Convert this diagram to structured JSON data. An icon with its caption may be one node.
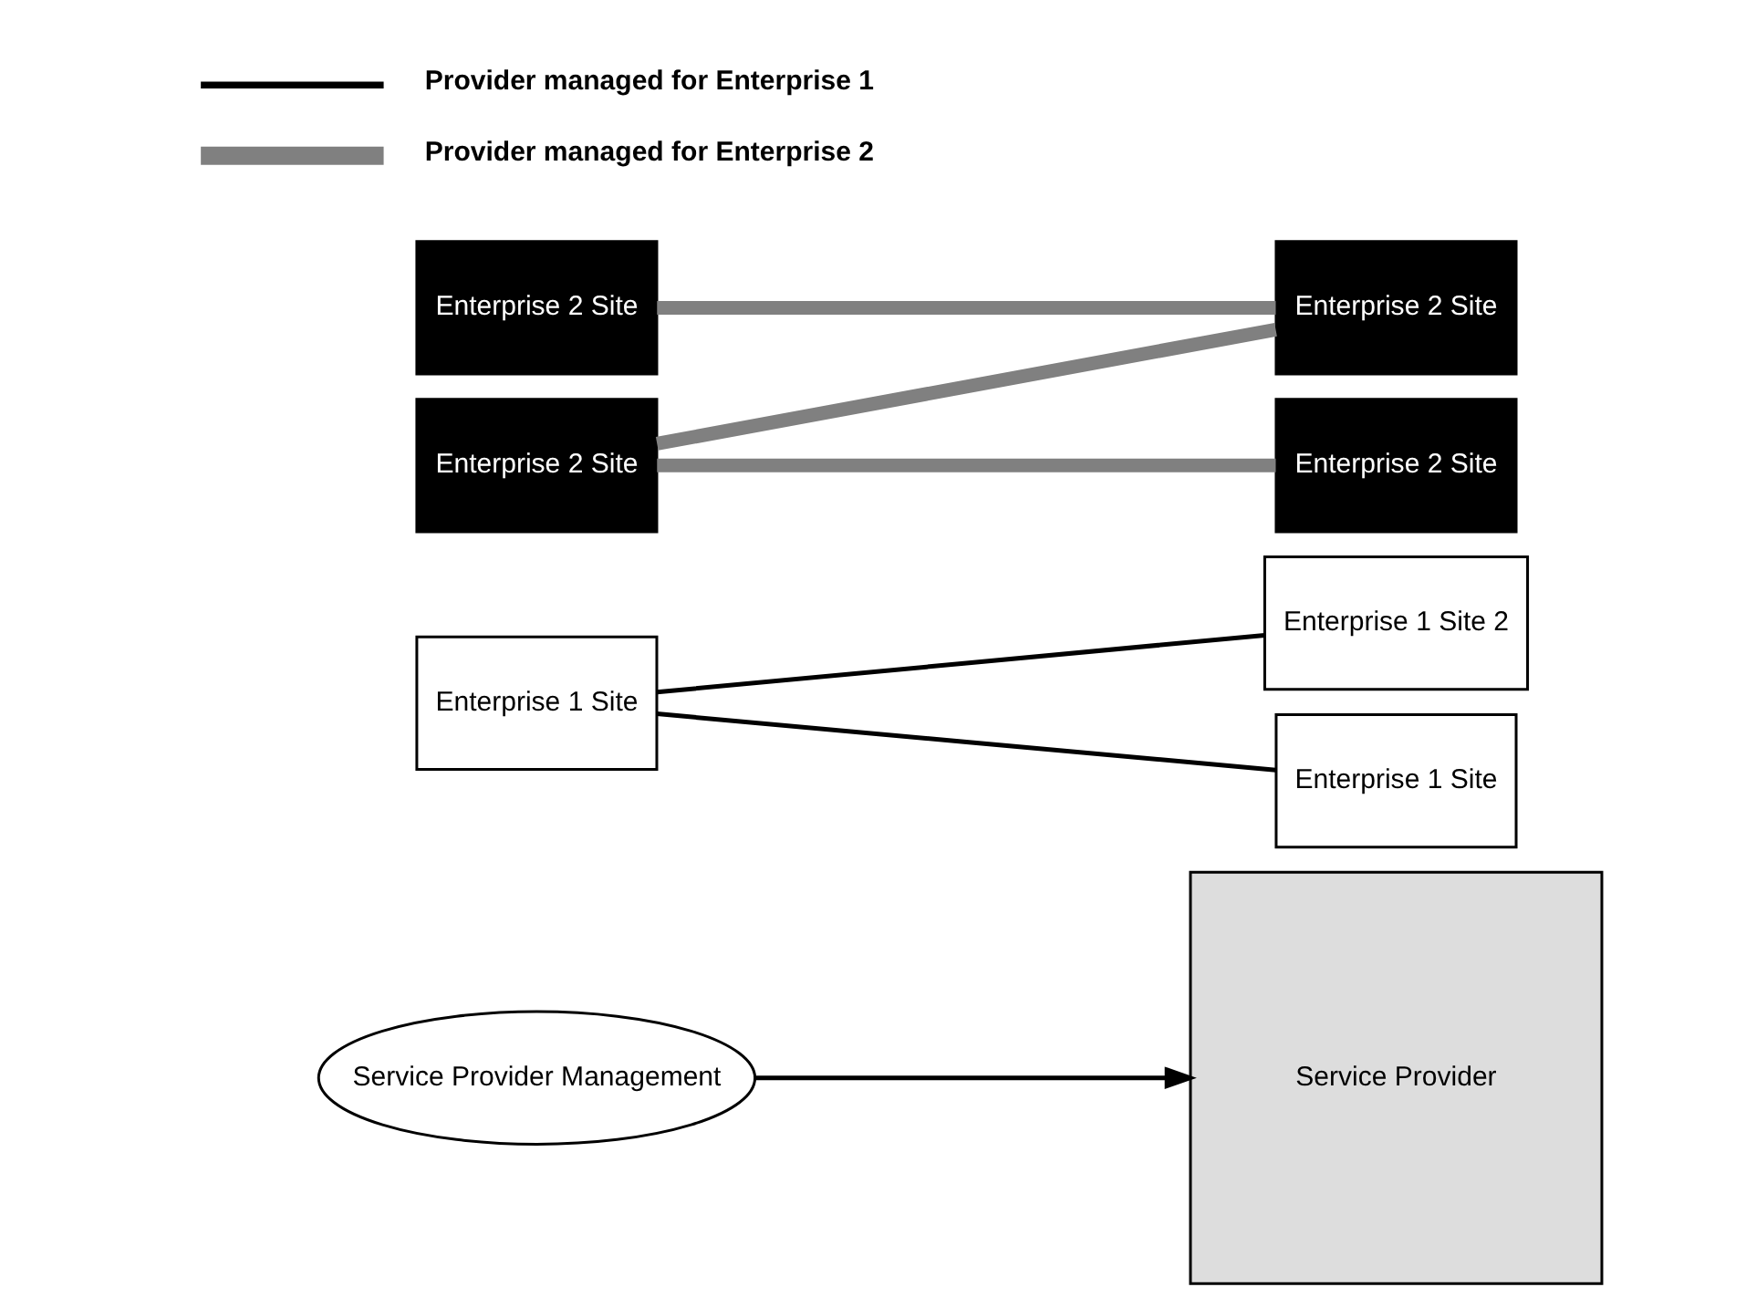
{
  "diagram": {
    "nodes": [
      {
        "text": [
          "Service Provider Management"
        ]
      },
      {
        "text": [
          "Service Provider"
        ]
      },
      {
        "text": [
          "Enterprise 1 Site"
        ]
      },
      {
        "text": [
          "Enterprise 2 Site"
        ]
      },
      {
        "text": [
          "Enterprise 2 Site"
        ]
      },
      {
        "text": [
          "Enterprise 1 Site 2"
        ]
      },
      {
        "text": [
          "Enterprise 2 Site"
        ]
      },
      {
        "text": [
          "Enterprise 2 Site"
        ]
      },
      {
        "text": [
          "Enterprise 1 Site"
        ]
      }
    ],
    "edges": [
      {
        "from": 0,
        "to": 1,
        "arrow": "to",
        "color": "#000000"
      },
      {
        "from": 2,
        "to": 5,
        "arrow": "none",
        "color": "#000000"
      },
      {
        "from": 2,
        "to": 8,
        "arrow": "none",
        "color": "#000000"
      },
      {
        "from": 3,
        "to": 6,
        "arrow": "none",
        "style": "thick",
        "color": "#808080"
      },
      {
        "from": 3,
        "to": 7,
        "arrow": "none",
        "style": "thick",
        "color": "#808080"
      },
      {
        "from": 4,
        "to": 6,
        "arrow": "none",
        "style": "thick",
        "color": "#808080"
      }
    ],
    "legend": [
      {
        "text": "Provider managed for Enterprise 1"
      },
      {
        "text": "Provider managed for Enterprise 2"
      }
    ]
  }
}
